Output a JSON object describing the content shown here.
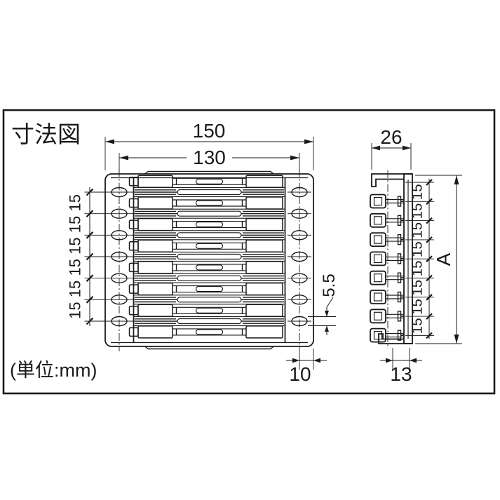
{
  "title": "寸法図",
  "unit_note": "(単位:mm)",
  "colors": {
    "line": "#1a1a1a",
    "background": "#ffffff"
  },
  "front_view": {
    "width_overall": "150",
    "width_inner": "130",
    "hole_height": "5.5",
    "edge_offset": "10",
    "hole_count_per_side": 7,
    "pitch_labels": [
      "15",
      "15",
      "15",
      "15",
      "15",
      "15"
    ]
  },
  "side_view": {
    "depth": "26",
    "height_label": "A",
    "base_width": "13",
    "pitch_labels": [
      "15",
      "15",
      "15",
      "15",
      "15",
      "15",
      "15",
      "15"
    ]
  }
}
